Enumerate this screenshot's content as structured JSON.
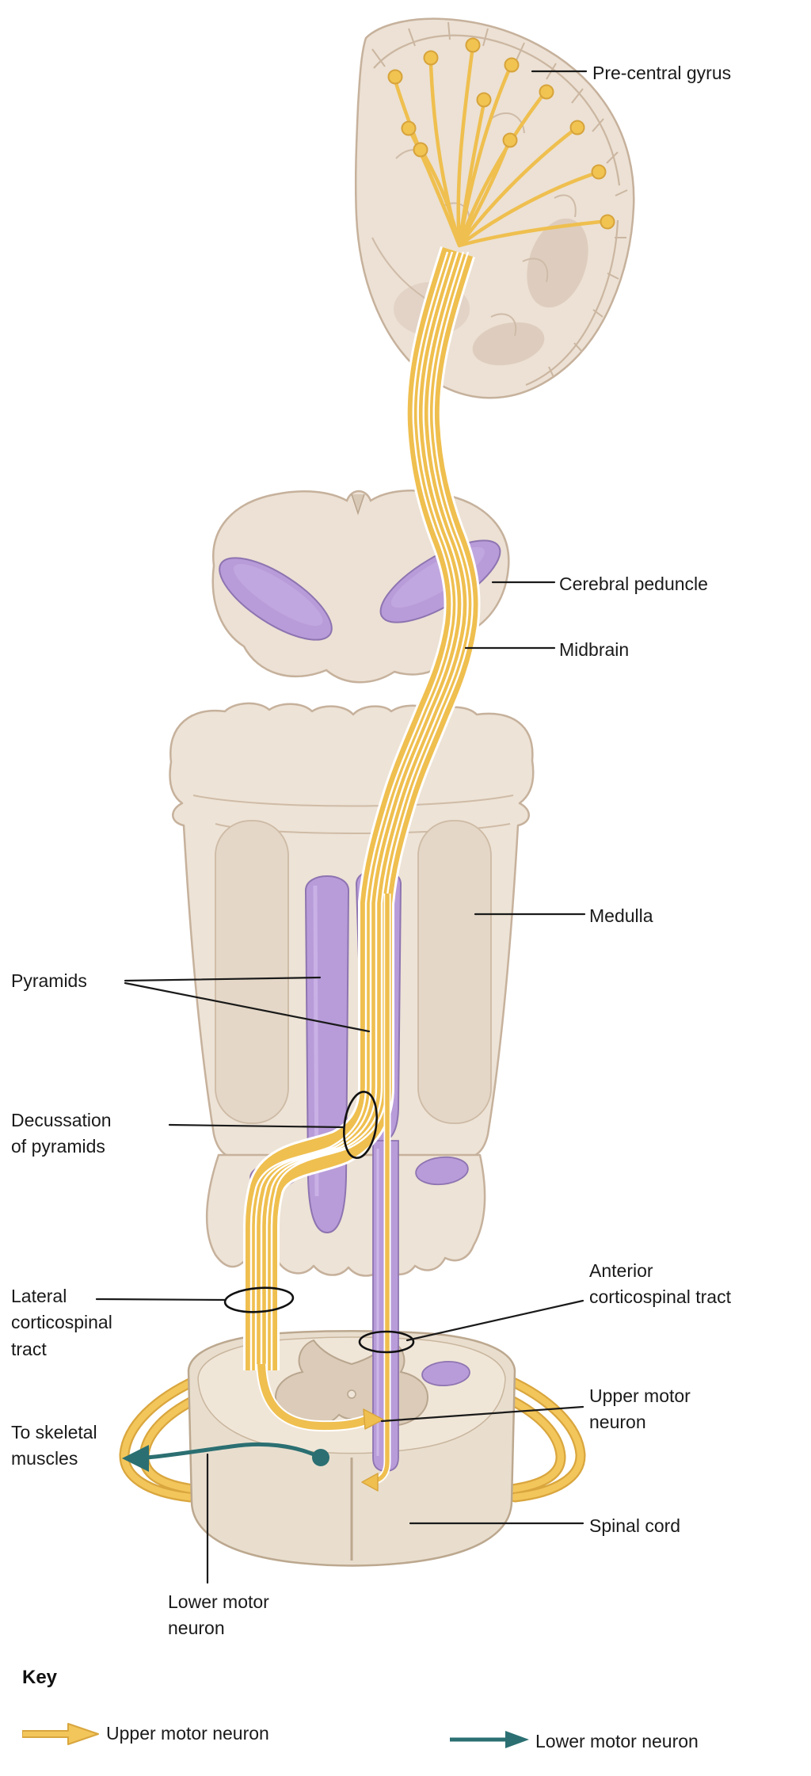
{
  "figure": {
    "labels": {
      "precentral_gyrus": "Pre-central gyrus",
      "cerebral_peduncle": "Cerebral peduncle",
      "midbrain": "Midbrain",
      "medulla": "Medulla",
      "pyramids": "Pyramids",
      "decussation_of_pyramids": "Decussation of pyramids",
      "lateral_corticospinal_tract": "Lateral corticospinal tract",
      "anterior_corticospinal_tract": "Anterior corticospinal tract",
      "upper_motor_neuron": "Upper motor neuron",
      "to_skeletal_muscles": "To skeletal muscles",
      "spinal_cord": "Spinal cord",
      "lower_motor_neuron": "Lower motor neuron"
    },
    "key": {
      "title": "Key",
      "entries": [
        {
          "label": "Upper motor neuron",
          "arrow_icon": "yellow-outline-arrow",
          "color": "#EFBF4F"
        },
        {
          "label": "Lower motor neuron",
          "arrow_icon": "teal-solid-arrow",
          "color": "#2B6F72"
        }
      ]
    },
    "colors": {
      "upper_motor_neuron_yellow": "#EFBF4F",
      "lower_motor_neuron_teal": "#2B6F72",
      "tract_structure_purple": "#B89CD9",
      "brain_tissue_beige": "#EDE2D5",
      "outline_brown": "#C6B19C",
      "label_text": "#1A1A1A"
    }
  }
}
